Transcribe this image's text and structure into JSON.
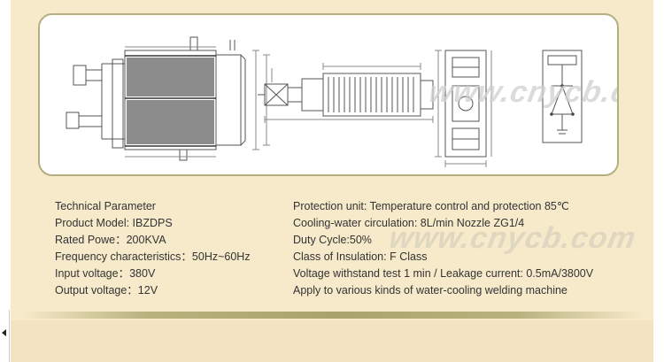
{
  "watermark": "www.cnycb.com",
  "parameters": {
    "left": [
      "Technical Parameter",
      "Product Model:  IBZDPS",
      "Rated Powe：200KVA",
      "Frequency characteristics：50Hz~60Hz",
      "Input voltage：380V",
      "Output voltage：12V"
    ],
    "right": [
      "Protection unit: Temperature control and protection 85℃",
      "Cooling-water circulation: 8L/min    Nozzle ZG1/4",
      "Duty Cycle:50%",
      "Class of Insulation: F Class",
      "Voltage withstand test 1 min / Leakage current: 0.5mA/3800V",
      "Apply to various kinds of water-cooling welding machine"
    ]
  }
}
